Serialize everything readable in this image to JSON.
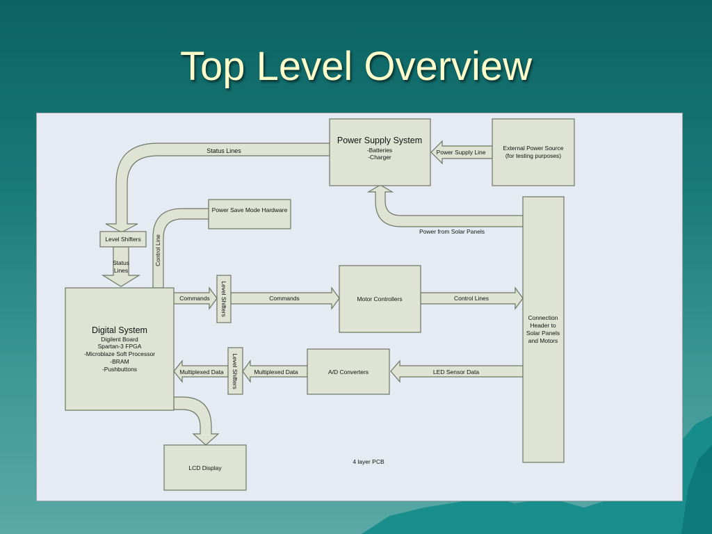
{
  "title": "Top Level Overview",
  "colors": {
    "panel": "#e6ebf3",
    "box_fill": "#dfe3d3",
    "box_stroke": "#6d7565",
    "title_text": "#ffffcc"
  },
  "nodes": {
    "power_supply": {
      "title": "Power Supply System",
      "lines": [
        "-Batteries",
        "-Charger"
      ]
    },
    "external_power": {
      "lines": [
        "External Power Source",
        "(for testing purposes)"
      ]
    },
    "power_save": {
      "label": "Power Save Mode Hardware"
    },
    "level_shifters_top": {
      "label": "Level Shifters"
    },
    "digital_system": {
      "title": "Digital System",
      "lines": [
        "Digilent Board",
        "Spartan-3 FPGA",
        "-Microblaze Soft Processor",
        "-BRAM",
        "-Pushbuttons"
      ]
    },
    "level_shifters_cmd": {
      "label": "Level Shifters"
    },
    "motor_controllers": {
      "label": "Motor Controllers"
    },
    "connection_header": {
      "lines": [
        "Connection",
        "Header to",
        "Solar Panels",
        "and Motors"
      ]
    },
    "level_shifters_data": {
      "label": "Level Shifters"
    },
    "ad_converters": {
      "label": "A/D Converters"
    },
    "lcd_display": {
      "label": "LCD Display"
    }
  },
  "edges": {
    "status_lines": "Status Lines",
    "power_supply_line": "Power Supply Line",
    "power_from_solar": "Power from Solar Panels",
    "control_line": "Control Line",
    "status_lines_short": [
      "Status",
      "Lines"
    ],
    "commands_1": "Commands",
    "commands_2": "Commands",
    "control_lines": "Control Lines",
    "multiplexed_data_1": "Multiplexed Data",
    "multiplexed_data_2": "Multiplexed Data",
    "led_sensor_data": "LED Sensor Data"
  },
  "annotations": {
    "pcb": "4 layer PCB"
  }
}
